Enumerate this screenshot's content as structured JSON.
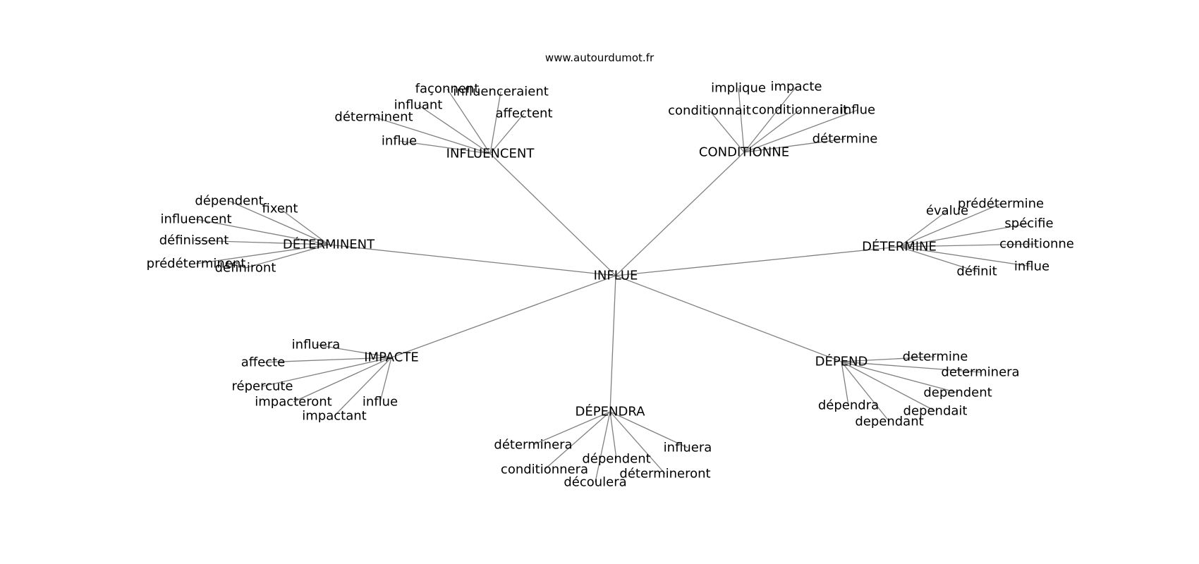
{
  "site": "www.autourdumot.fr",
  "root": "INFLUE",
  "clusters": [
    {
      "hub": "INFLUENCENT",
      "leaves": [
        "façonnent",
        "influenceraient",
        "influant",
        "affectent",
        "déterminent",
        "influe"
      ]
    },
    {
      "hub": "CONDITIONNE",
      "leaves": [
        "implique",
        "impacte",
        "conditionnait",
        "conditionnerait",
        "influe",
        "détermine"
      ]
    },
    {
      "hub": "DÉTERMINENT",
      "leaves": [
        "dépendent",
        "fixent",
        "influencent",
        "définissent",
        "prédéterminent",
        "définiront"
      ]
    },
    {
      "hub": "DÉTERMINE",
      "leaves": [
        "prédétermine",
        "évalue",
        "spécifie",
        "conditionne",
        "influe",
        "définit"
      ]
    },
    {
      "hub": "IMPACTE",
      "leaves": [
        "influera",
        "affecte",
        "répercute",
        "impacteront",
        "influe",
        "impactant"
      ]
    },
    {
      "hub": "DÉPEND",
      "leaves": [
        "determine",
        "determinera",
        "dependent",
        "dependait",
        "dépendra",
        "dependant"
      ]
    },
    {
      "hub": "DÉPENDRA",
      "leaves": [
        "déterminera",
        "influera",
        "dépendent",
        "conditionnera",
        "détermineront",
        "découlera"
      ]
    }
  ]
}
